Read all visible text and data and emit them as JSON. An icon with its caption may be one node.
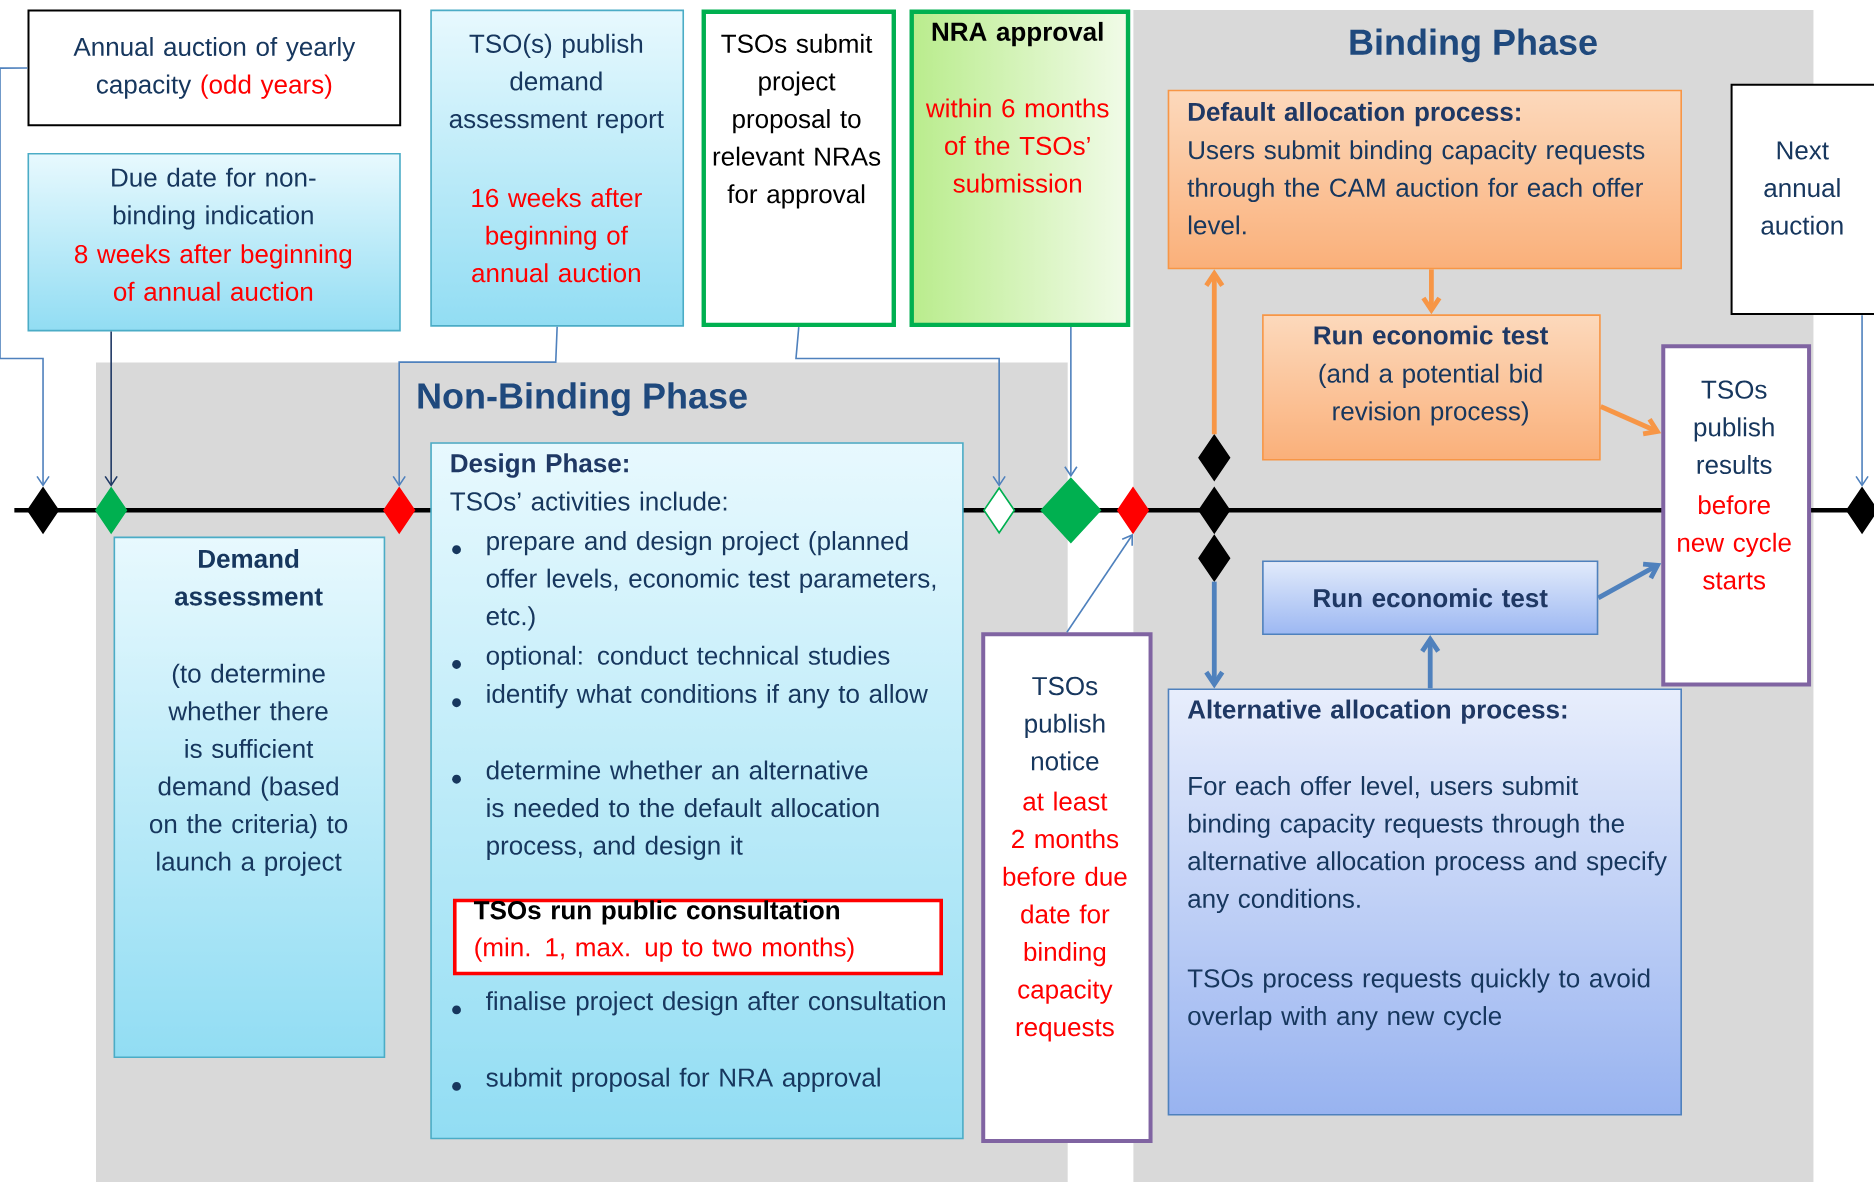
{
  "diagram": {
    "nodes": [
      {
        "text": [
          "Non-Binding Phase"
        ]
      },
      {
        "text": [
          "Binding Phase"
        ]
      },
      {
        "text": [
          "Annual auction of yearly capacity",
          "(odd years)"
        ]
      },
      {
        "text": [
          "Due date for non-binding indication",
          "8 weeks after beginning of annual auction"
        ]
      },
      {
        "text": [
          "TSO(s) publish demand assessment report",
          "16 weeks after beginning of annual auction"
        ]
      },
      {
        "text": [
          "TSOs submit project proposal to relevant NRAs for approval"
        ]
      },
      {
        "text": [
          "NRA approval",
          "within 6 months of the TSOs’ submission"
        ]
      },
      {
        "text": [
          "Demand assessment",
          "(to determine whether there is sufficient demand (based on the criteria) to launch a project"
        ],
        "in": 0
      },
      {
        "text": [
          "Design Phase:",
          "TSOs’ activities include:",
          "prepare  and design project (planned offer levels, economic test parameters, etc.)",
          "optional: conduct technical studies",
          "identify what conditions if any to allow",
          "determine whether an alternative is needed to the default allocation process, and design it",
          "finalise project design after consultation",
          "submit proposal for NRA approval"
        ],
        "in": 0
      },
      {
        "text": [
          "TSOs run public consultation",
          "(min. 1, max. up to two months)"
        ],
        "in": 8
      },
      {
        "text": [
          "TSOs publish notice",
          "at least 2 months before due date for binding capacity requests"
        ]
      },
      {
        "text": [
          "Default allocation process:",
          "Users submit binding capacity requests through the CAM auction for each offer level."
        ],
        "in": 1
      },
      {
        "text": [
          "Run economic test",
          "(and a potential bid revision process)"
        ],
        "in": 1
      },
      {
        "text": [
          "Next annual auction"
        ]
      },
      {
        "text": [
          "TSOs publish results",
          "before new cycle starts"
        ],
        "in": 1
      },
      {
        "text": [
          "Run economic test"
        ],
        "in": 1
      },
      {
        "text": [
          "Alternative allocation process:",
          "For each offer level, users submit binding  capacity requests through the alternative allocation process and specify any conditions.",
          "TSOs process requests quickly to avoid overlap with any new cycle"
        ],
        "in": 1
      },
      {
        "text": [],
        "shape": "diamond"
      },
      {
        "text": [],
        "shape": "diamond",
        "in": 0
      },
      {
        "text": [],
        "shape": "diamond",
        "in": 0
      },
      {
        "text": [],
        "shape": "diamond",
        "in": 0
      },
      {
        "text": [],
        "shape": "diamond"
      },
      {
        "text": [],
        "shape": "diamond"
      },
      {
        "text": [],
        "shape": "diamond",
        "in": 1
      },
      {
        "text": [],
        "shape": "diamond",
        "in": 1
      },
      {
        "text": [],
        "shape": "diamond",
        "in": 1
      },
      {
        "text": [],
        "shape": "diamond"
      }
    ],
    "edges": [
      {
        "from": 2,
        "to": 17,
        "arrow": "to"
      },
      {
        "from": 3,
        "to": 18,
        "arrow": "to",
        "color": "#1f3864"
      },
      {
        "from": 4,
        "to": 19,
        "arrow": "to"
      },
      {
        "from": 5,
        "to": 20,
        "arrow": "to"
      },
      {
        "from": 6,
        "to": 21,
        "arrow": "to"
      },
      {
        "from": 10,
        "to": 22,
        "arrow": "to"
      },
      {
        "from": 13,
        "to": 26,
        "arrow": "to"
      },
      {
        "from": 23,
        "to": 11,
        "arrow": "to",
        "style": "thick",
        "color": "#f79646"
      },
      {
        "from": 11,
        "to": 12,
        "arrow": "to",
        "style": "thick",
        "color": "#f79646"
      },
      {
        "from": 12,
        "to": 14,
        "arrow": "to",
        "style": "thick",
        "color": "#f79646"
      },
      {
        "from": 25,
        "to": 16,
        "arrow": "to",
        "style": "thick"
      },
      {
        "from": 16,
        "to": 15,
        "arrow": "to",
        "style": "thick"
      },
      {
        "from": 15,
        "to": 14,
        "arrow": "to",
        "style": "thick"
      }
    ]
  }
}
